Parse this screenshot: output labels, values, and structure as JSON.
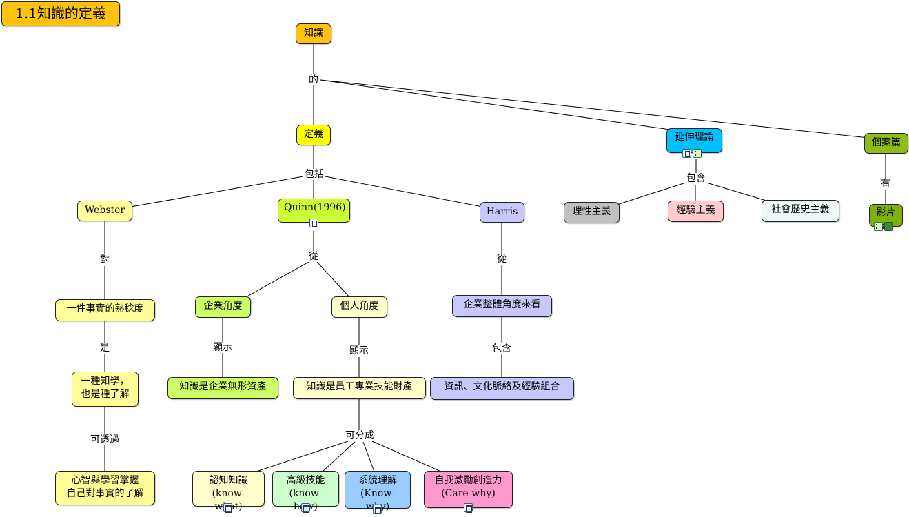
{
  "title": "1.1知識的定義",
  "nodes": {
    "zhishi": "知識",
    "dingyi": "定義",
    "yanshen": "延伸理論",
    "gean": "個案篇",
    "webster": "Webster",
    "quinn": "Quinn(1996)",
    "harris": "Harris",
    "lixing": "理性主義",
    "jingyan": "經驗主義",
    "shehui": "社會歷史主義",
    "yingpian": "影片",
    "shishi": "一件事實的熟稔度",
    "zhixue": "一種知學，\n也是種了解",
    "xinzhi": "心智與學習掌握\n自己對事實的了解",
    "qiye_jiaodu": "企業角度",
    "geren": "個人角度",
    "qiye_zhengti": "企業整體角度來看",
    "wuxing": "知識是企業無形資產",
    "yuangong": "知識是員工專業技能財產",
    "zixun": "資訊、文化脈絡及經驗組合",
    "knowwhat": "認知知識\n(know-what)",
    "knowhow": "高級技能\n(know-how)",
    "knowwhy": "系統理解\n(Know-why)",
    "carewhy": "自我激勵創造力\n(Care-why)"
  },
  "links": {
    "de": "的",
    "baokuo": "包括",
    "baohan1": "包含",
    "you": "有",
    "dui": "對",
    "cong1": "從",
    "cong2": "從",
    "shi": "是",
    "xianshi1": "顯示",
    "xianshi2": "顯示",
    "baohan2": "包含",
    "ketouguo": "可透過",
    "kefencheng": "可分成"
  },
  "colors": {
    "title": "#ffc20e",
    "zhishi": "#ffc20e",
    "dingyi": "#ffff00",
    "yanshen": "#00bfff",
    "gean": "#8fbc1a",
    "yingpian": "#7fb010",
    "webster": "#ffff99",
    "quinn": "#ccff33",
    "harris": "#c8c8ff",
    "lixing": "#c0c0c0",
    "jingyan": "#ffcccc",
    "shehui": "#eef8f8",
    "yellow_light": "#ffff99",
    "green_light": "#ccff66",
    "cream": "#ffffcc",
    "lavender": "#c8c8ff",
    "mint": "#ccffcc",
    "sky": "#99ccff",
    "pink": "#ff99cc"
  },
  "icon_names": [
    "doc-icon",
    "film-icon",
    "tree-map-icon"
  ]
}
